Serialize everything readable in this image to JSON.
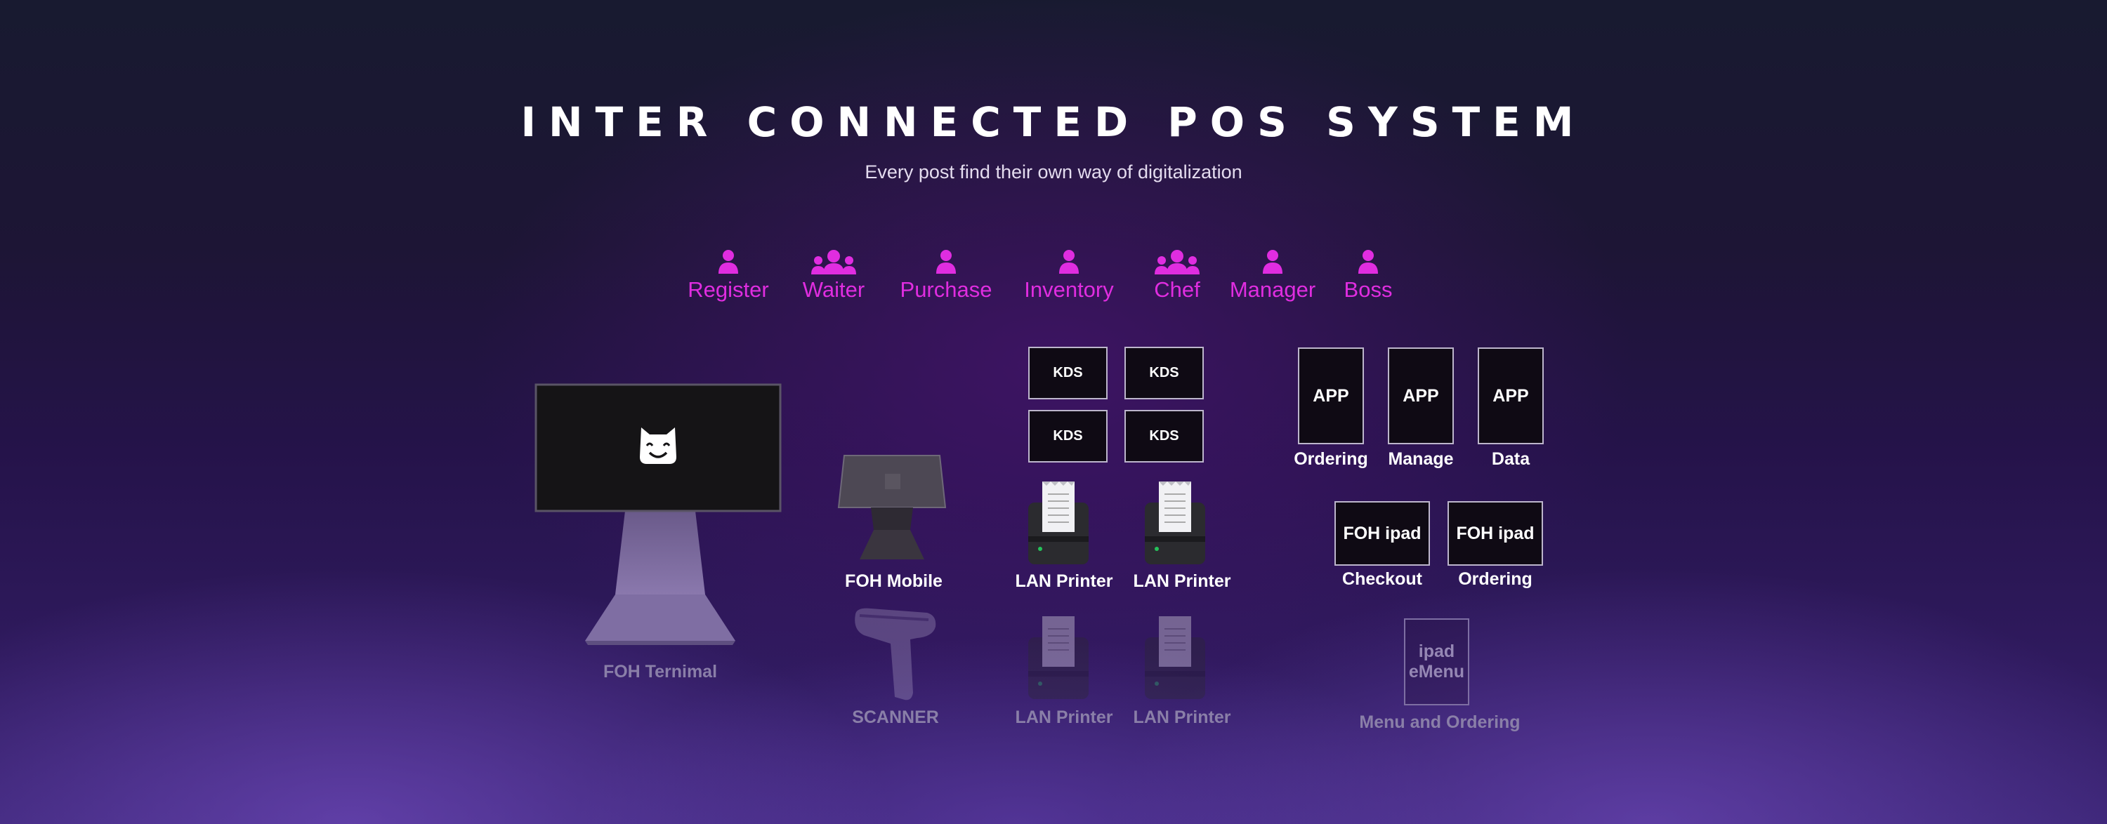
{
  "header": {
    "title": "INTER CONNECTED POS SYSTEM",
    "subtitle": "Every post find their own way of digitalization"
  },
  "roles": [
    {
      "label": "Register",
      "icon": "person-icon"
    },
    {
      "label": "Waiter",
      "icon": "group-icon"
    },
    {
      "label": "Purchase",
      "icon": "person-icon"
    },
    {
      "label": "Inventory",
      "icon": "person-icon"
    },
    {
      "label": "Chef",
      "icon": "group-icon"
    },
    {
      "label": "Manager",
      "icon": "person-icon"
    },
    {
      "label": "Boss",
      "icon": "person-icon"
    }
  ],
  "devices": {
    "foh_terminal": "FOH Ternimal",
    "foh_mobile": "FOH Mobile",
    "scanner": "SCANNER",
    "kds": [
      "KDS",
      "KDS",
      "KDS",
      "KDS"
    ],
    "lan_printers": [
      "LAN Printer",
      "LAN Printer",
      "LAN Printer",
      "LAN Printer"
    ],
    "apps": [
      {
        "box": "APP",
        "caption": "Ordering"
      },
      {
        "box": "APP",
        "caption": "Manage"
      },
      {
        "box": "APP",
        "caption": "Data"
      }
    ],
    "foh_ipads": [
      {
        "box": "FOH ipad",
        "caption": "Checkout"
      },
      {
        "box": "FOH ipad",
        "caption": "Ordering"
      }
    ],
    "emenu": {
      "box_line1": "ipad",
      "box_line2": "eMenu",
      "caption": "Menu and Ordering"
    }
  },
  "colors": {
    "accent": "#e02de0",
    "box_border": "#bdb6cc",
    "background": "#25134a"
  }
}
